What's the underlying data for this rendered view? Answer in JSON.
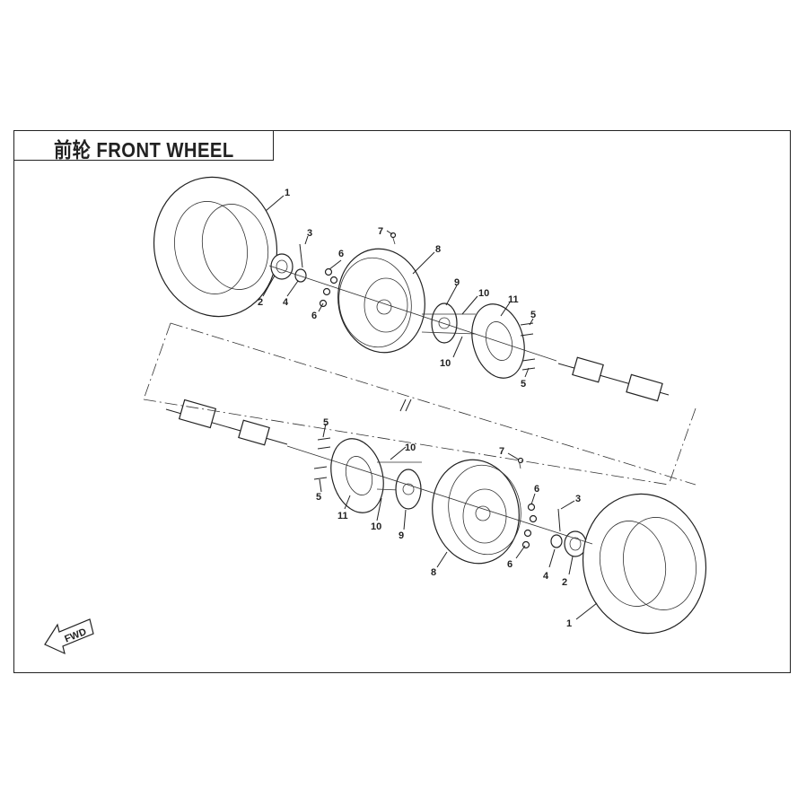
{
  "title": "前轮 FRONT WHEEL",
  "fwd_label": "FWD",
  "callouts": {
    "tire": "1",
    "hub_cap": "2",
    "cotter_pin": "3",
    "castle_nut": "4",
    "bolt": "5",
    "lug_nut": "6",
    "valve": "7",
    "rim": "8",
    "wheel_hub": "9",
    "stud": "10",
    "brake_disc": "11"
  },
  "colors": {
    "line": "#222222",
    "background": "#ffffff"
  }
}
